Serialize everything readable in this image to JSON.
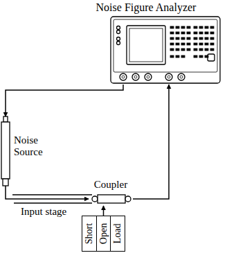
{
  "diagram": {
    "nodes": [
      {
        "text": [
          "Noise Figure Analyzer"
        ]
      },
      {
        "text": [
          "Noise Source"
        ]
      },
      {
        "text": [
          "Coupler"
        ]
      },
      {
        "text": [
          "Short"
        ]
      },
      {
        "text": [
          "Open"
        ]
      },
      {
        "text": [
          "Load"
        ]
      }
    ],
    "edges": [
      {
        "from": 0,
        "to": 1,
        "arrow": "to"
      },
      {
        "from": 1,
        "to": 2,
        "arrow": "to"
      },
      {
        "from": 2,
        "to": 0,
        "arrow": "to"
      },
      {
        "from": 4,
        "to": 2,
        "arrow": "to"
      }
    ],
    "labels": [
      "Input stage"
    ]
  }
}
